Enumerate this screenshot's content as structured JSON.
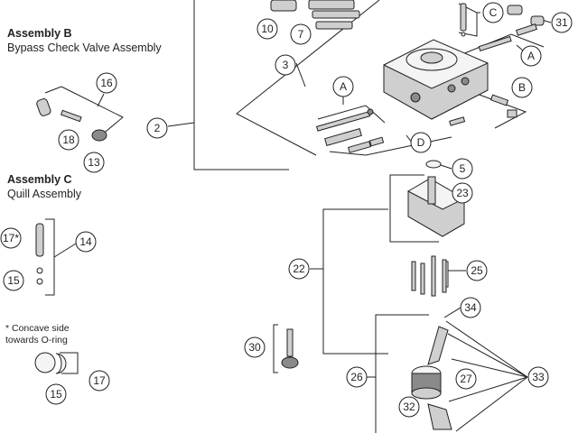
{
  "sections": {
    "b_title": "Assembly B",
    "b_subtitle": "Bypass Check Valve Assembly",
    "c_title": "Assembly C",
    "c_subtitle": "Quill Assembly",
    "note_line1": "* Concave side",
    "note_line2": "towards O-ring"
  },
  "callouts": {
    "c2": "2",
    "c3": "3",
    "c5": "5",
    "c7": "7",
    "c10": "10",
    "c13": "13",
    "c14": "14",
    "c15a": "15",
    "c15b": "15",
    "c16": "16",
    "c17": "17",
    "c17s": "17*",
    "c18": "18",
    "c22": "22",
    "c23": "23",
    "c25": "25",
    "c26": "26",
    "c27": "27",
    "c30": "30",
    "c31": "31",
    "c32": "32",
    "c33": "33",
    "c34": "34",
    "cA1": "A",
    "cA2": "A",
    "cB": "B",
    "cC": "C",
    "cD": "D"
  }
}
